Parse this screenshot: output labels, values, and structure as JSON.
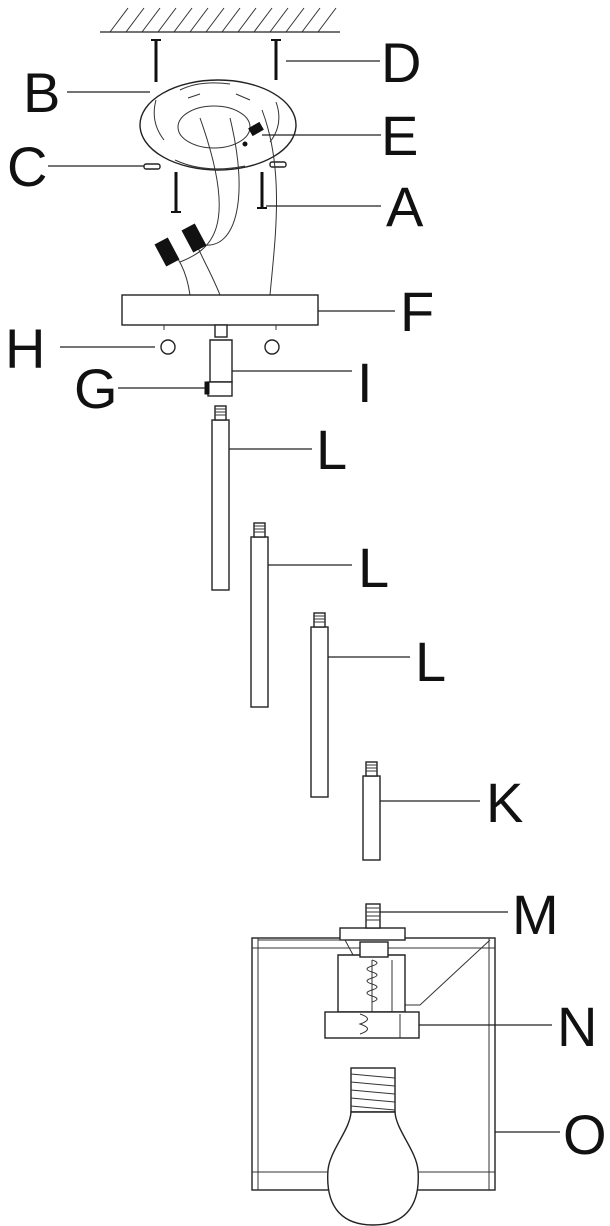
{
  "labels": {
    "A": "A",
    "B": "B",
    "C": "C",
    "D": "D",
    "E": "E",
    "F": "F",
    "G": "G",
    "H": "H",
    "I": "I",
    "K": "K",
    "L1": "L",
    "L2": "L",
    "L3": "L",
    "M": "M",
    "N": "N",
    "O": "O"
  }
}
